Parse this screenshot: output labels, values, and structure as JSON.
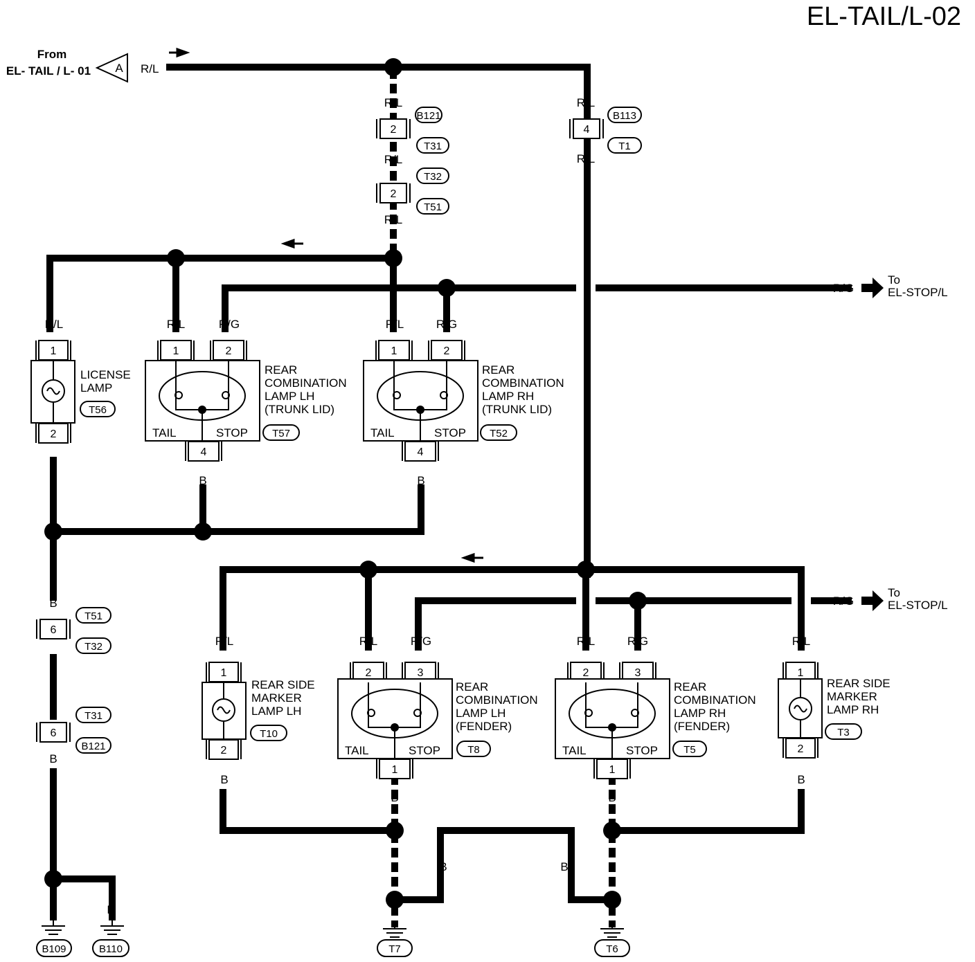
{
  "title": "EL-TAIL/L-02",
  "from": {
    "line1": "From",
    "line2": "EL- TAIL / L- 01",
    "arrow_letter": "A",
    "wire": "R/L"
  },
  "connectors": {
    "b121": "B121",
    "t31": "T31",
    "t32": "T32",
    "t51": "T51",
    "b113": "B113",
    "t1": "T1",
    "t51_lower": "T51",
    "t32_lower": "T32",
    "t31_lower": "T31",
    "b121_lower": "B121"
  },
  "pins": {
    "b121_t31": "2",
    "t32_t51": "2",
    "b113_t1": "4",
    "t51_t32_lower": "6",
    "t31_b121_lower": "6"
  },
  "wires": {
    "rl": "R/L",
    "rg": "R/G",
    "b": "B"
  },
  "destinations": {
    "upper": {
      "to": "To",
      "name": "EL-STOP/L"
    },
    "lower": {
      "to": "To",
      "name": "EL-STOP/L"
    }
  },
  "components": {
    "license_lamp": {
      "line1": "LICENSE",
      "line2": "LAMP",
      "conn": "T56",
      "pin_top": "1",
      "pin_bottom": "2"
    },
    "rear_comb_lh_trunk": {
      "line1": "REAR",
      "line2": "COMBINATION",
      "line3": "LAMP LH",
      "line4": "(TRUNK LID)",
      "conn": "T57",
      "pin1": "1",
      "pin2": "2",
      "pin_bottom": "4",
      "tail": "TAIL",
      "stop": "STOP"
    },
    "rear_comb_rh_trunk": {
      "line1": "REAR",
      "line2": "COMBINATION",
      "line3": "LAMP RH",
      "line4": "(TRUNK LID)",
      "conn": "T52",
      "pin1": "1",
      "pin2": "2",
      "pin_bottom": "4",
      "tail": "TAIL",
      "stop": "STOP"
    },
    "rear_side_marker_lh": {
      "line1": "REAR SIDE",
      "line2": "MARKER",
      "line3": "LAMP LH",
      "conn": "T10",
      "pin_top": "1",
      "pin_bottom": "2"
    },
    "rear_comb_lh_fender": {
      "line1": "REAR",
      "line2": "COMBINATION",
      "line3": "LAMP LH",
      "line4": "(FENDER)",
      "conn": "T8",
      "pin1": "2",
      "pin2": "3",
      "pin_bottom": "1",
      "tail": "TAIL",
      "stop": "STOP"
    },
    "rear_comb_rh_fender": {
      "line1": "REAR",
      "line2": "COMBINATION",
      "line3": "LAMP RH",
      "line4": "(FENDER)",
      "conn": "T5",
      "pin1": "2",
      "pin2": "3",
      "pin_bottom": "1",
      "tail": "TAIL",
      "stop": "STOP"
    },
    "rear_side_marker_rh": {
      "line1": "REAR SIDE",
      "line2": "MARKER",
      "line3": "LAMP RH",
      "conn": "T3",
      "pin_top": "1",
      "pin_bottom": "2"
    }
  },
  "grounds": {
    "b109": "B109",
    "b110": "B110",
    "t7": "T7",
    "t6": "T6"
  }
}
